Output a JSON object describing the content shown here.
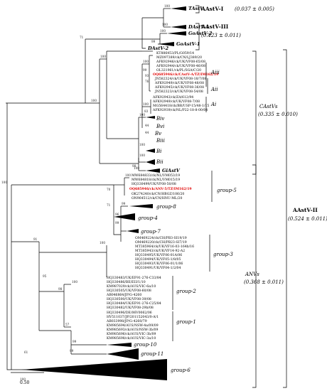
{
  "clades": {
    "aastv1": {
      "name": "AAstV-I",
      "value": "(0.037 ± 0.005)"
    },
    "aastv3": {
      "name": "AAstV-III",
      "value": "(0.423 ± 0.011)"
    },
    "castvs": {
      "name": "CAstVs",
      "value": "(0.335 ± 0.010)"
    },
    "anvs": {
      "name": "ANVs",
      "value": "(0.368 ± 0.011)"
    },
    "aastv2": {
      "name": "AAstV-II",
      "value": "(0.524 ± 0.011)"
    }
  },
  "tips": {
    "tastv": "TAstV",
    "dastv1": "DAstV-1",
    "goastv2": "GoAstV-2",
    "goastv1": "GoAstV-1",
    "dastv2": "DAstV-2",
    "giastv": "GiAstV"
  },
  "subgroups": {
    "aiii": "Aiii",
    "aii": "Aii",
    "ai": "Ai",
    "biv": "Biv",
    "bvi": "Bvi",
    "bv": "Bv",
    "biii": "Biii",
    "bi": "Bi",
    "bii": "Bii"
  },
  "groups": {
    "g5": "group-5",
    "g8": "group-8",
    "g4": "group-4",
    "g7": "group-7",
    "g3": "group-3",
    "g2": "group-2",
    "g1": "group-1",
    "g10": "group-10",
    "g11": "group-11",
    "g6": "group-6"
  },
  "castv_leaves": [
    "KT886453/PL/G059/14",
    "MZ097389/ck/CN/LJ389/20",
    "AFK92946/ck/UK/VF08-65/08",
    "AFK92944/ck/UK/VF08-46/08",
    "OL321961/ck/PL/SGA/C/20",
    "OQ685946/ck/CAstV-A/TZ/IM162/19",
    "JN582324/ck/UK/VF08-18/7/08",
    "AFK92949/ck/UK/VF08-48/08",
    "AFK92945/ck/UK/VF08-36/08",
    "JN582323/ck/UK/VF08-54/08",
    "AFK92943/ck/ZA/612/94",
    "AFK92949/ck/UK/VF08-7/08",
    "MG564418/ck/BR/USP-15/48-1/15",
    "AFK92939/ck/NL/P22-18-8-00/04"
  ],
  "anv_leaves_5": [
    "MW684833/ck/NL/VM053/19",
    "MW684818/ck/NL/VM015/19",
    "HQ330499/UK/VF08-50/08",
    "OQ685946/ck/ANV-5/TZ/IM162/19",
    "OK274240/ck/CN/HBGZ/106/20",
    "ON964512/ck/CN/HNU-ML/20"
  ],
  "anv_leaves_3": [
    "OM469224/ck/CH/PB3-SI19/19",
    "OM469220/ck/CH/PB23-SI7/19",
    "MT385964/ck/UK/VF16-03-164b/16",
    "MT385943/ck/UK/VF14-92-A2",
    "HQ330495/UK/VF06-01A/06",
    "HQ330494/UK/VF05-1/8/05",
    "HQ330493/UK/VF06-01/1/06",
    "HQ330491/UK/VF04-1/2/04"
  ],
  "anv_leaves_2": [
    "HQ330483/UK/EF91-276-C33/84",
    "HQ330486/BE/ELV1/10",
    "KM987029/ck/AUS/VIC-6a/10",
    "HQ330505/UK/VF08-60/08",
    "AB046864/JP/G-4260",
    "HQ330500/UK/VF08-39/08",
    "HQ330484/UK/EF91-276-C25/84",
    "HQ330482/UK/VF08-29b/08"
  ],
  "anv_leaves_1": [
    "HQ330496/DE/06V0062/06",
    "HV511037/JP/201152043/0-A/1",
    "AB033998/JP/G-4260/79",
    "KM985694/AUS/NSW-4a/09/09",
    "KM985693/ck/AUS/NSW-3b/09",
    "KM985696/ck/AUS/VIC-3b/09",
    "KM985698/ck/AUS/VIC-3a/10"
  ],
  "bootstrap": {
    "b_tastv": "100",
    "b_dastv1": "100",
    "b_goa": "99",
    "b_goa2": "100",
    "b_root1": "71",
    "b_castv": "100",
    "b_c1": "100",
    "b_c2": "100",
    "b_c3": "99",
    "b_c4": "93",
    "b_c5": "76",
    "b_c6": "100",
    "b_c7": "83",
    "b_b1": "100",
    "b_b2": "44",
    "b_b3": "44",
    "b_b4": "100",
    "b_b5": "100",
    "b_b6": "98",
    "b_g1": "100",
    "b_g5": "100",
    "b_g5b": "70",
    "b_g8": "99",
    "b_g4": "96",
    "b_g4b": "99",
    "b_g7": "71",
    "b_a1": "91",
    "b_a2": "95",
    "b_a3": "98",
    "b_a4": "100",
    "b_a5": "100",
    "b_a6": "57",
    "b_a7": "99",
    "b_a8": "61",
    "b_a9": "99",
    "b_a10": "100",
    "b_a11": "100"
  },
  "scale_label": "0.50",
  "colors": {
    "highlight": "#e00000",
    "line": "#000000"
  }
}
